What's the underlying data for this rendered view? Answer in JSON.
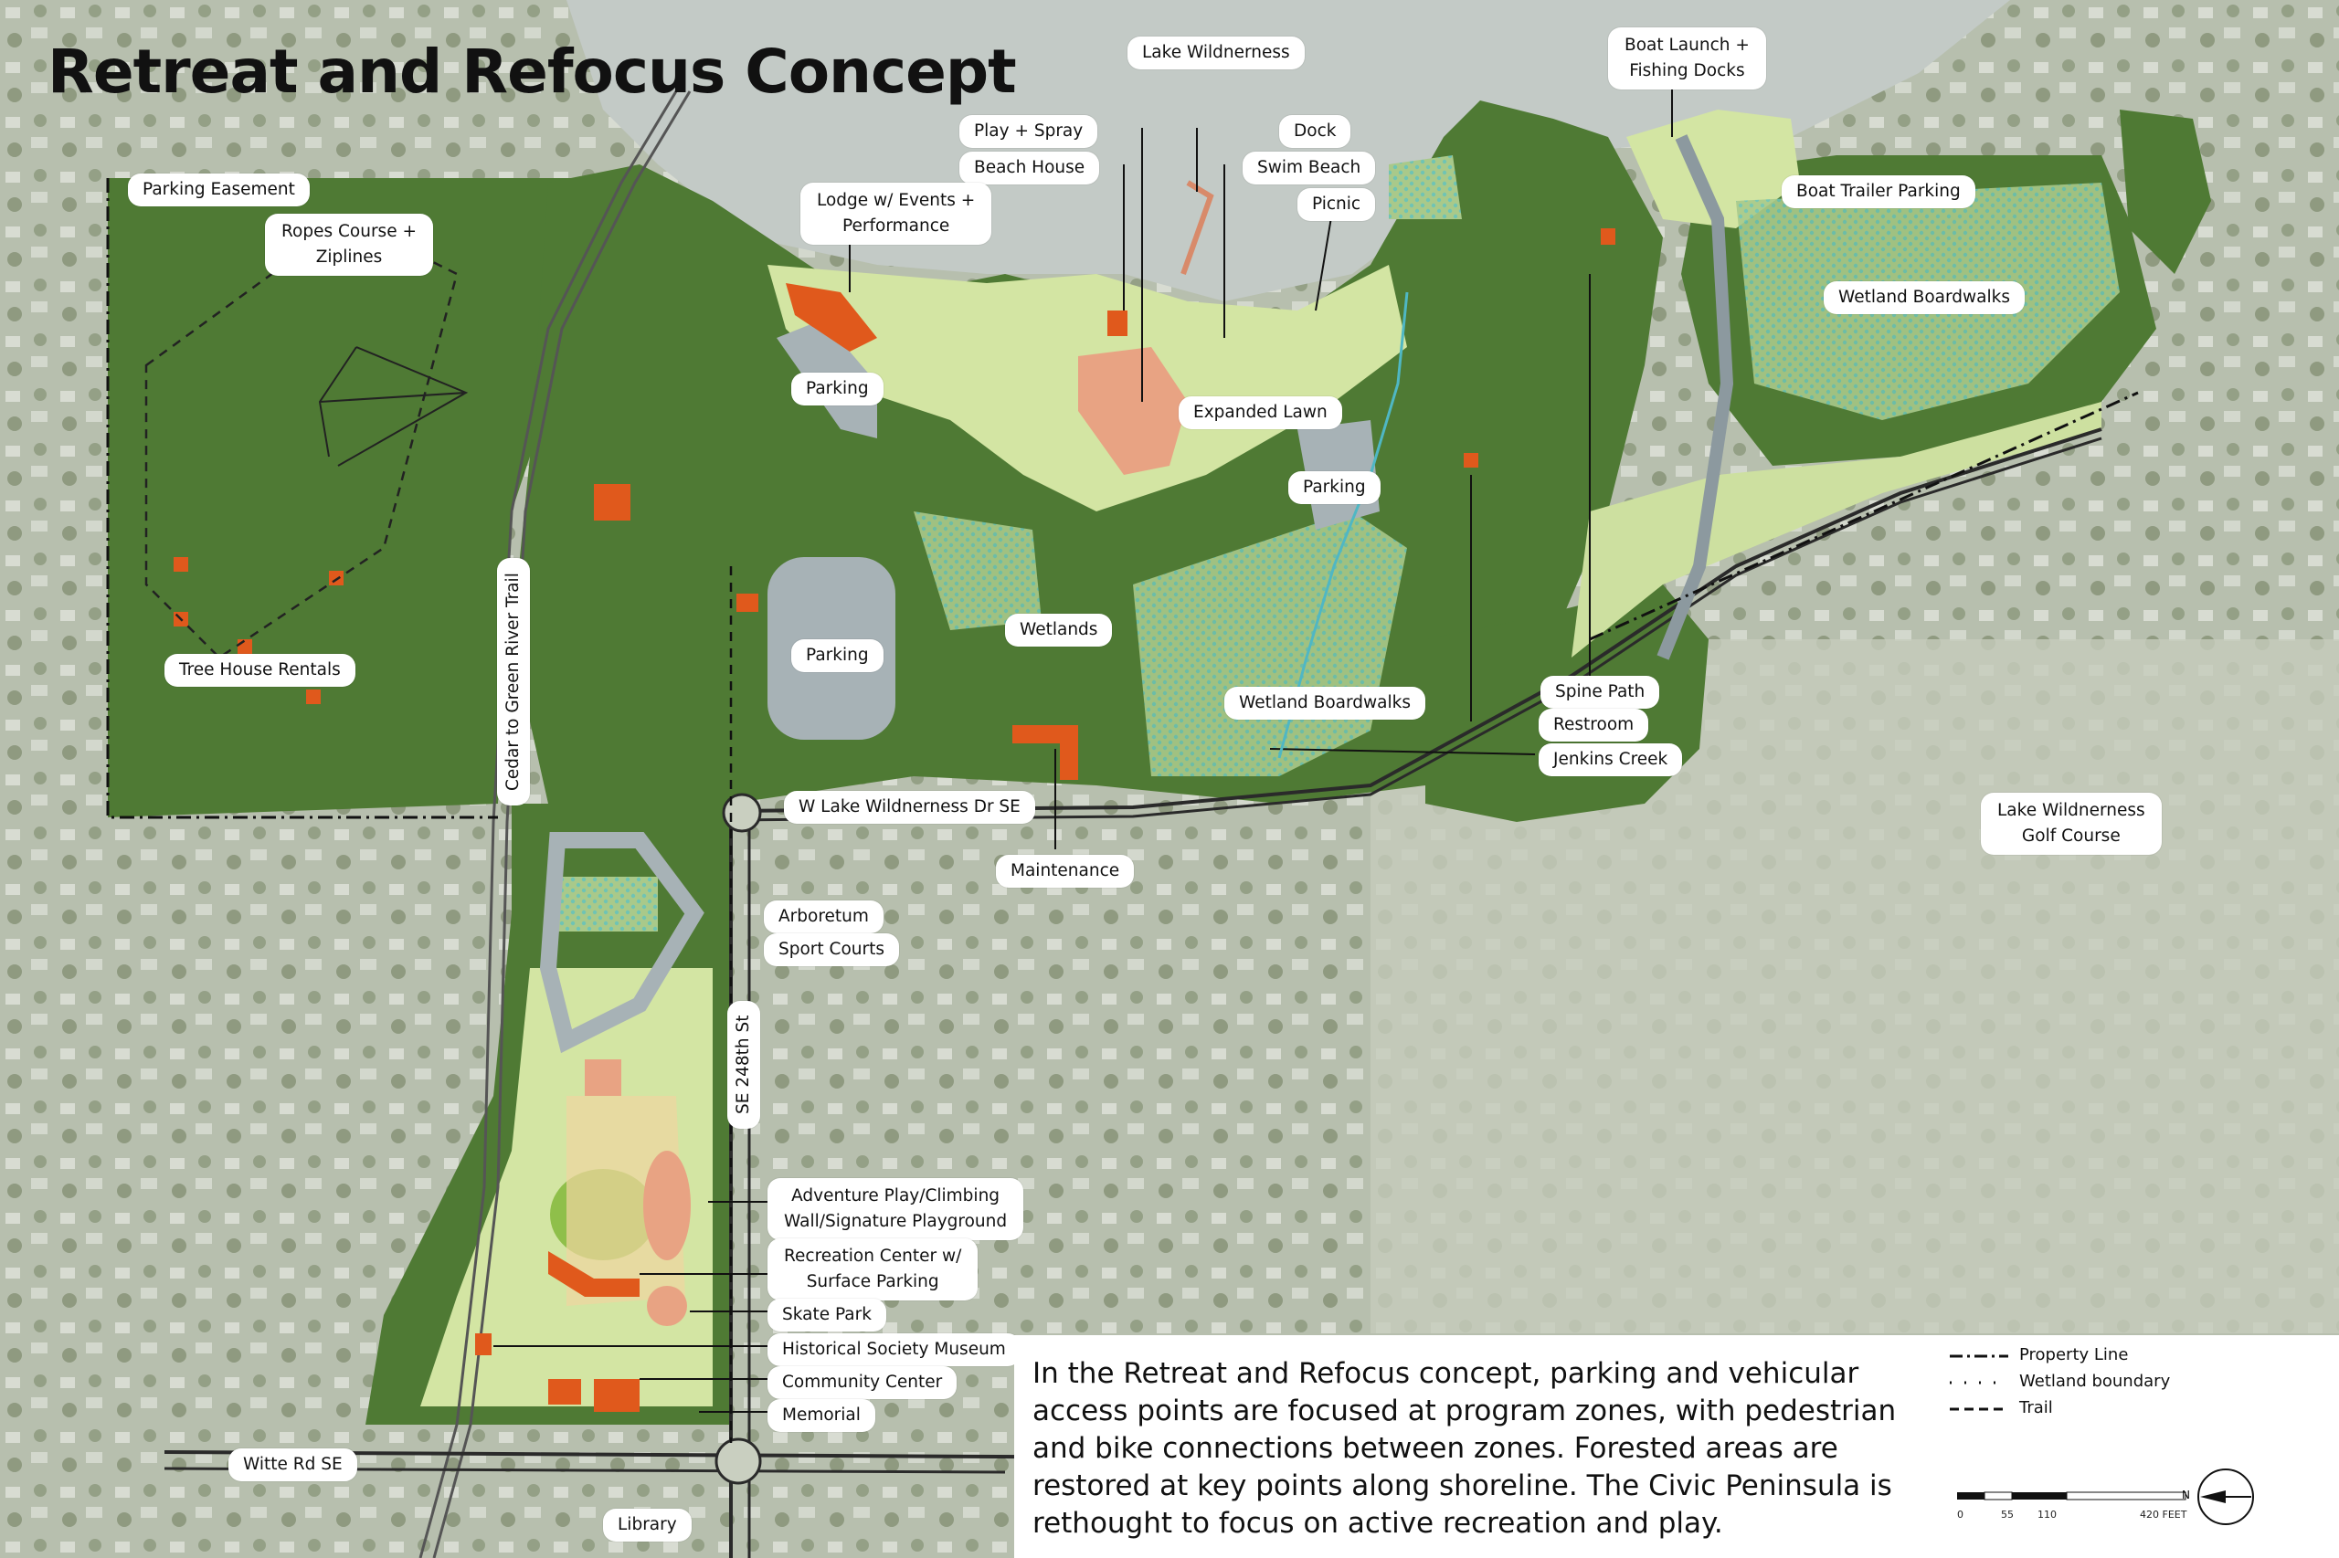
{
  "title": "Retreat and Refocus Concept",
  "labels": {
    "lake_wilderness": "Lake Wildnerness",
    "boat_launch": "Boat Launch +\nFishing Docks",
    "play_spray": "Play + Spray",
    "beach_house": "Beach House",
    "dock": "Dock",
    "swim_beach": "Swim Beach",
    "picnic": "Picnic",
    "lodge": "Lodge w/ Events +\nPerformance",
    "parking_easement": "Parking Easement",
    "ropes_course": "Ropes Course +\nZiplines",
    "boat_trailer_parking": "Boat Trailer Parking",
    "wetland_boardwalks_ne": "Wetland Boardwalks",
    "parking_lodge": "Parking",
    "expanded_lawn": "Expanded Lawn",
    "parking_east": "Parking",
    "parking_center": "Parking",
    "wetlands": "Wetlands",
    "tree_house_rentals": "Tree House Rentals",
    "wetland_boardwalks_s": "Wetland Boardwalks",
    "spine_path": "Spine Path",
    "restroom": "Restroom",
    "jenkins_creek": "Jenkins Creek",
    "lake_wilderness_dr": "W Lake Wildnerness Dr SE",
    "maintenance": "Maintenance",
    "golf_course": "Lake Wildnerness\nGolf Course",
    "arboretum": "Arboretum",
    "sport_courts": "Sport Courts",
    "cedar_trail": "Cedar to Green River Trail",
    "se_248th": "SE 248th St",
    "adventure_play": "Adventure Play/Climbing\nWall/Signature Playground",
    "recreation_center": "Recreation Center w/\nSurface Parking",
    "skate_park": "Skate Park",
    "historical_museum": "Historical Society Museum",
    "community_center": "Community Center",
    "memorial": "Memorial",
    "witte_rd": "Witte Rd SE",
    "library": "Library"
  },
  "description": "In the Retreat and Refocus concept, parking and vehicular access points are focused at program zones, with pedestrian and bike connections between zones. Forested areas are restored at key points along shoreline. The Civic Peninsula is rethought to focus on active recreation and play.",
  "legend": {
    "property_line": "Property Line",
    "wetland_boundary": "Wetland boundary",
    "trail": "Trail"
  },
  "scale": {
    "ticks": [
      "0",
      "55",
      "110",
      "420 FEET"
    ]
  },
  "north": "N",
  "colors": {
    "forest": "#4f7a34",
    "forest_light": "#7fa552",
    "lawn": "#d3e5a3",
    "lake": "#bfc6c2",
    "building": "#e0591c",
    "play_area": "#e8a383",
    "wetland_dot": "#7fc9b5",
    "parking": "#a7b2b6",
    "aerial": "#b9c2b0"
  }
}
